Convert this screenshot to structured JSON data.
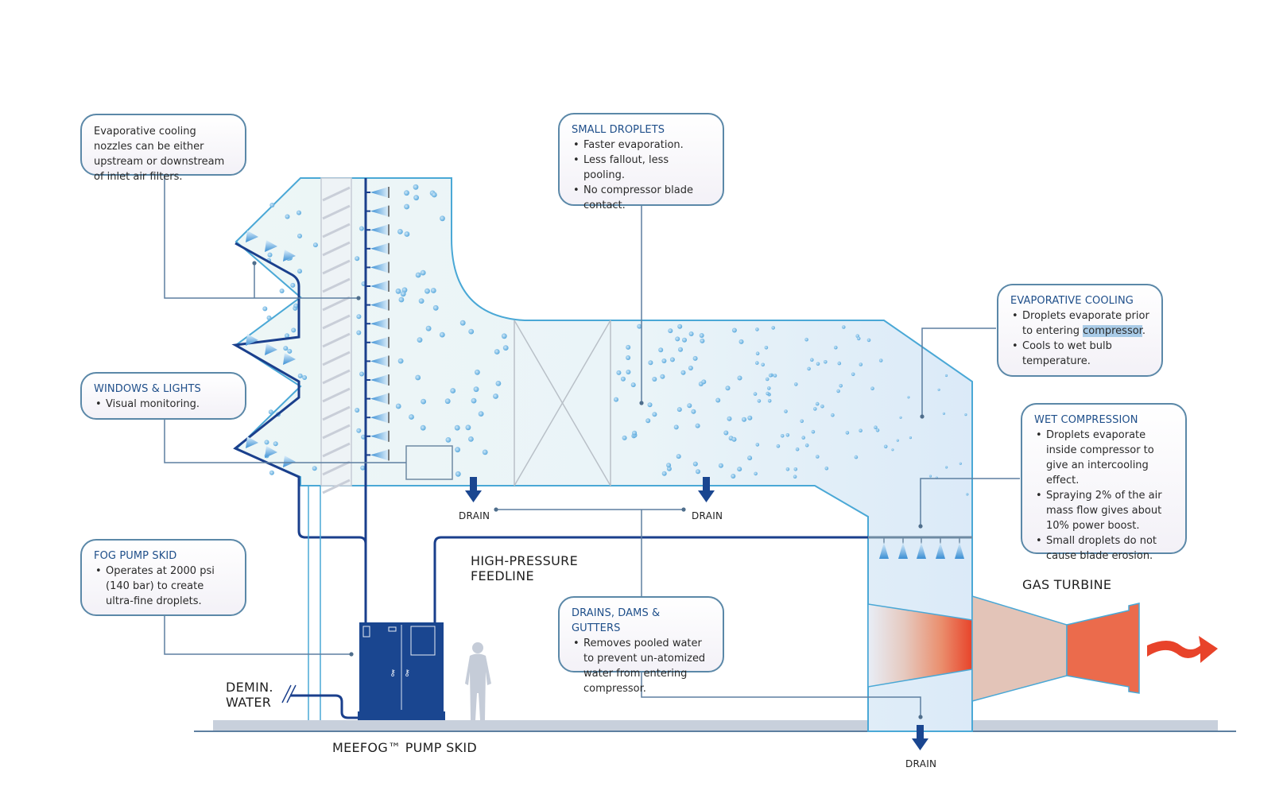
{
  "diagram": {
    "title": "Inlet fogging / wet compression system for gas turbine",
    "colors": {
      "duct_fill": "#eaf4f7",
      "duct_stroke": "#4aa8d6",
      "pipe": "#1a3f8c",
      "callout_border": "#5b88a8",
      "callout_title": "#1f4f8a",
      "droplet": "#6cb6e3",
      "turbine_hot": "#e8432a",
      "ground": "#c8d0dc"
    }
  },
  "callouts": {
    "nozzle_location": {
      "text": "Evaporative cooling nozzles can be either upstream or downstream of inlet air filters."
    },
    "small_droplets": {
      "title": "SMALL DROPLETS",
      "bullets": [
        "Faster evaporation.",
        "Less fallout, less pooling.",
        "No compressor blade contact."
      ]
    },
    "evaporative_cooling": {
      "title": "EVAPORATIVE COOLING",
      "bullet1_pre": "Droplets evaporate prior to entering ",
      "bullet1_highlight": "compressor",
      "bullet1_post": ".",
      "bullet2": "Cools to wet bulb temperature."
    },
    "wet_compression": {
      "title": "WET COMPRESSION",
      "bullets": [
        "Droplets evaporate inside compressor to give an intercooling effect.",
        "Spraying 2% of the air mass flow gives about 10% power boost.",
        "Small droplets do not cause blade erosion."
      ]
    },
    "windows_lights": {
      "title": "WINDOWS & LIGHTS",
      "bullets": [
        "Visual monitoring."
      ]
    },
    "fog_pump_skid": {
      "title": "FOG PUMP SKID",
      "bullets": [
        "Operates at 2000 psi (140 bar) to create ultra-fine droplets."
      ]
    },
    "drains": {
      "title": "DRAINS, DAMS & GUTTERS",
      "bullets": [
        "Removes pooled water to prevent un-atomized water from entering compressor."
      ]
    }
  },
  "labels": {
    "feedline_line1": "HIGH-PRESSURE",
    "feedline_line2": "FEEDLINE",
    "gas_turbine": "GAS TURBINE",
    "demin_line1": "DEMIN.",
    "demin_line2": "WATER",
    "pump_skid": "MEEFOG™ PUMP SKID",
    "drain": "DRAIN"
  }
}
